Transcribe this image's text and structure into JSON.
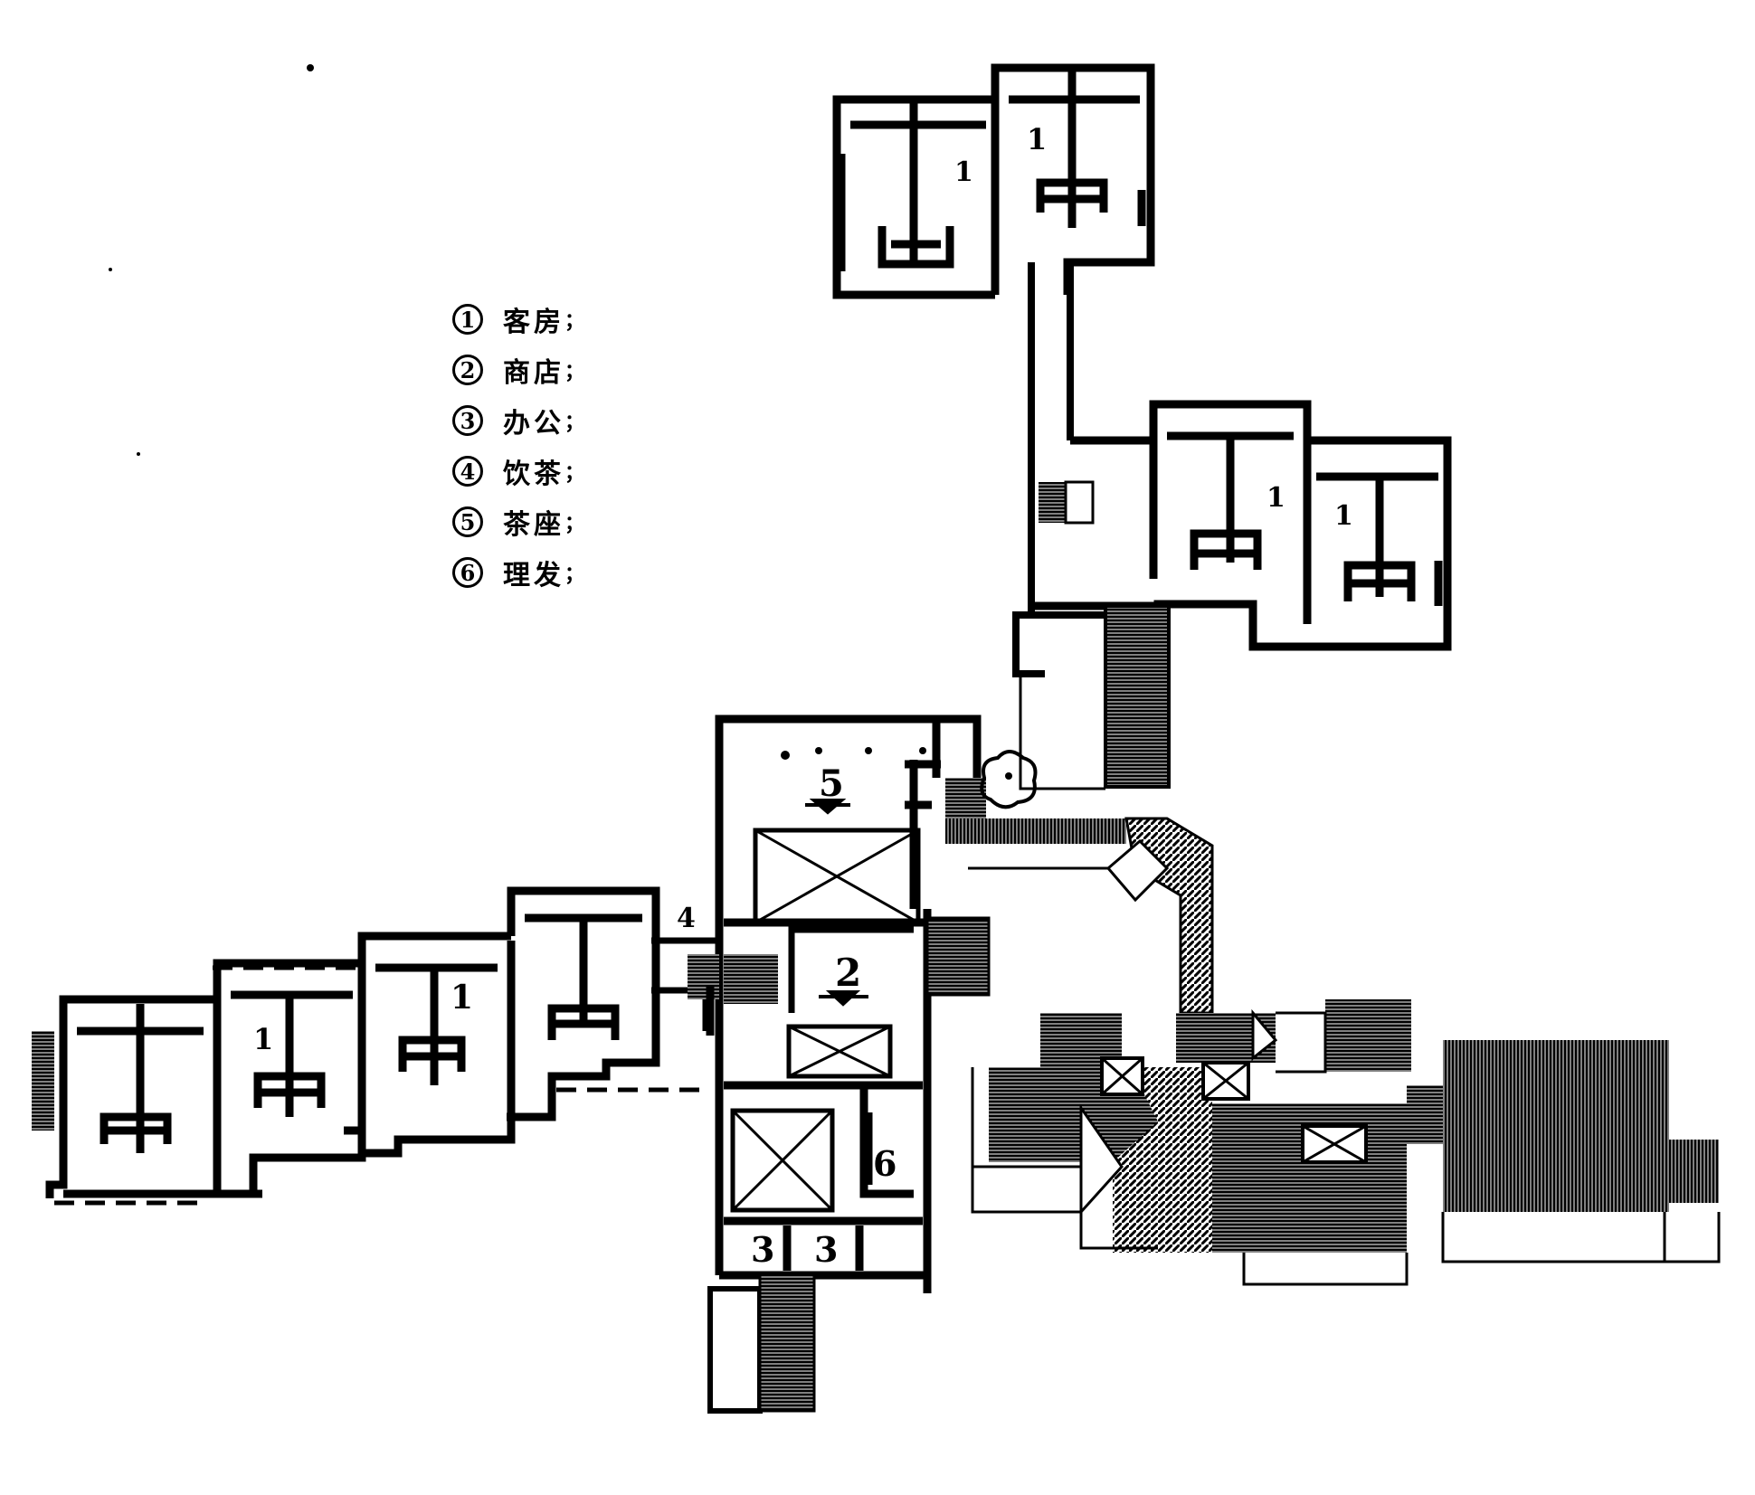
{
  "legend": [
    {
      "num": "1",
      "text": "客房",
      "sep": "；"
    },
    {
      "num": "2",
      "text": "商店",
      "sep": "；"
    },
    {
      "num": "3",
      "text": "办公",
      "sep": "；"
    },
    {
      "num": "4",
      "text": "饮茶",
      "sep": "；"
    },
    {
      "num": "5",
      "text": "茶座",
      "sep": "；"
    },
    {
      "num": "6",
      "text": "理发",
      "sep": "；"
    }
  ],
  "labels": {
    "guest_room": "1",
    "shop": "2",
    "office": "3",
    "tea_drinking": "4",
    "tea_seating": "5",
    "barber": "6"
  }
}
